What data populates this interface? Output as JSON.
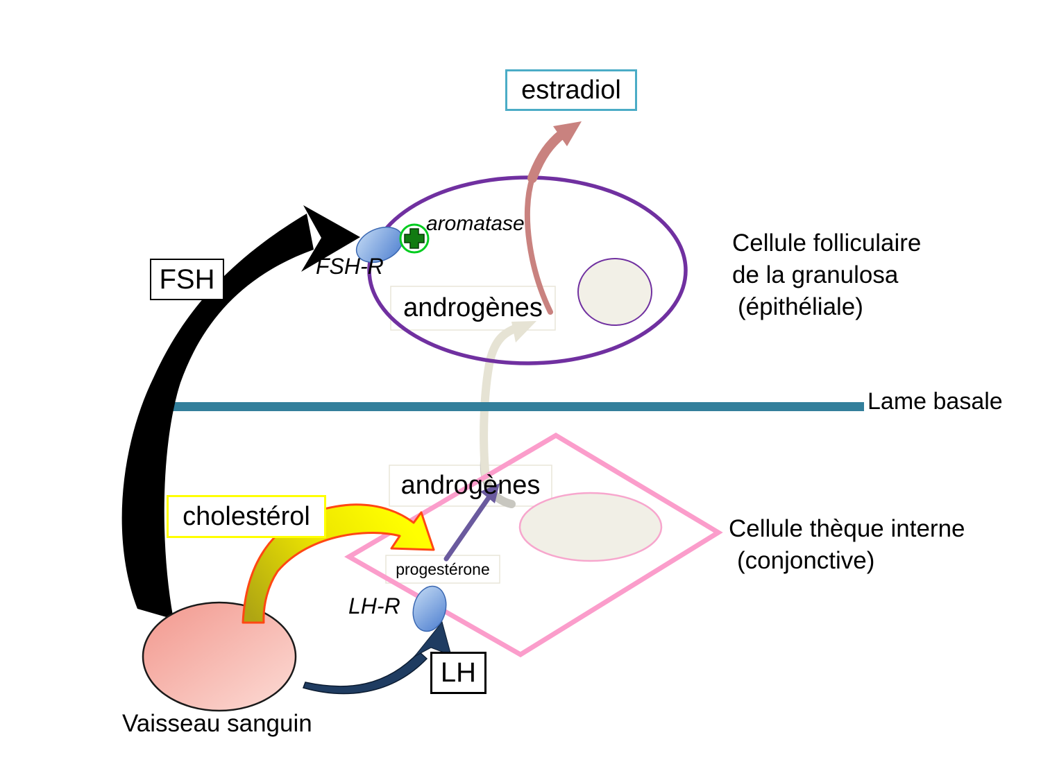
{
  "diagram_title": "Steroidogenesis in ovarian follicle cells",
  "hormone_boxes": {
    "estradiol": "estradiol",
    "fsh": "FSH",
    "lh": "LH",
    "cholesterol": "cholestérol"
  },
  "molecule_labels": {
    "androgenes_granulosa": "androgènes",
    "androgenes_theque": "androgènes",
    "progesterone": "progestérone",
    "aromatase": "aromatase"
  },
  "receptor_labels": {
    "fsh_r": "FSH-R",
    "lh_r": "LH-R"
  },
  "structure_labels": {
    "granulosa_cell": [
      "Cellule folliculaire",
      "de la granulosa",
      "(épithéliale)"
    ],
    "lame_basale": "Lame basale",
    "theque_cell": [
      "Cellule thèque interne",
      "(conjonctive)"
    ],
    "vaisseau_sanguin": "Vaisseau sanguin"
  },
  "icons": {
    "activation_plus": "aromatase activation plus sign"
  },
  "colors": {
    "estradiol_border": "#4BACC6",
    "lame_basale_line": "#337F9B",
    "granulosa_membrane": "#7030A0",
    "theque_membrane": "#FB9DCB",
    "nucleus_fill": "#F2F0E7",
    "cholesterol_border": "#FFFF00",
    "estradiol_arrow": "#C9827F",
    "androgen_transfer_arrow": "#E6E3D4",
    "cholesterol_arrow_fill": "#FFFF00",
    "cholesterol_arrow_outline": "#FF4713",
    "progesterone_arrow": "#6A5A9E",
    "lh_arrow": "#1F3C61",
    "fsh_arrow": "#000000",
    "blood_vessel_fill": "#F5A79E",
    "receptor_fill": "#4E7FD0",
    "activation_plus_green": "#00CC1E"
  }
}
